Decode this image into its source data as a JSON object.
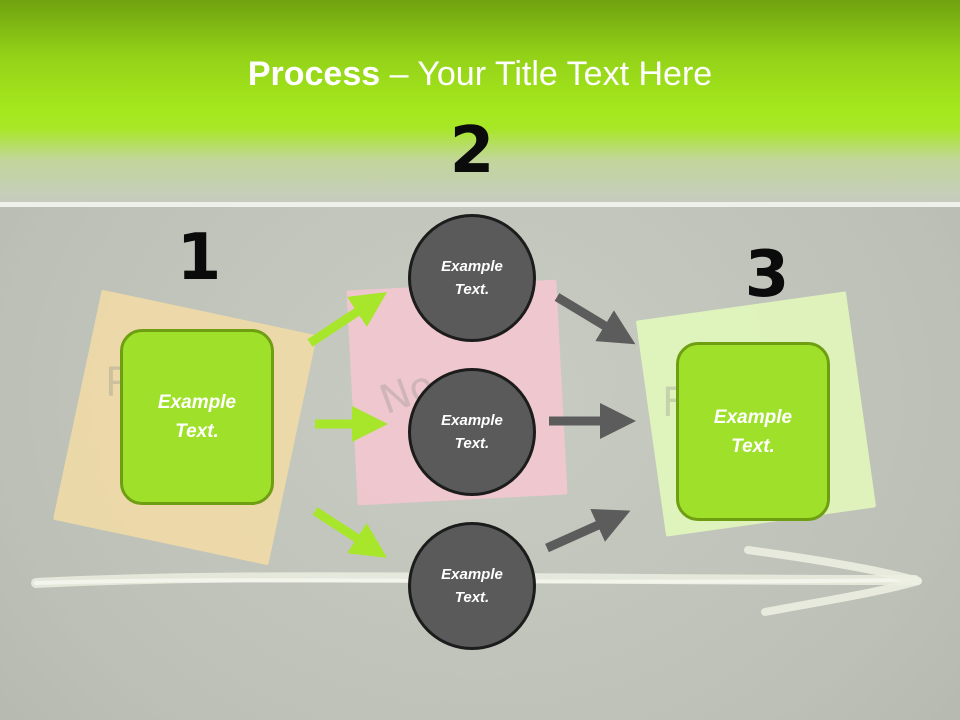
{
  "slide": {
    "title_bold": "Process",
    "title_rest": " – Your Title Text Here",
    "steps": [
      {
        "number": "1",
        "label": "Example\nText."
      },
      {
        "number": "2",
        "labels": [
          "Example\nText.",
          "Example\nText.",
          "Example\nText."
        ]
      },
      {
        "number": "3",
        "label": "Example\nText."
      }
    ]
  },
  "colors": {
    "green_accent": "#9fe12a",
    "circle_fill": "#5a5a5a",
    "arrow_green": "#a7e62a",
    "arrow_gray": "#5c5c5c"
  },
  "icons": [
    "arrow-right-icon",
    "chalk-arrow-icon",
    "sticky-note-icon"
  ]
}
